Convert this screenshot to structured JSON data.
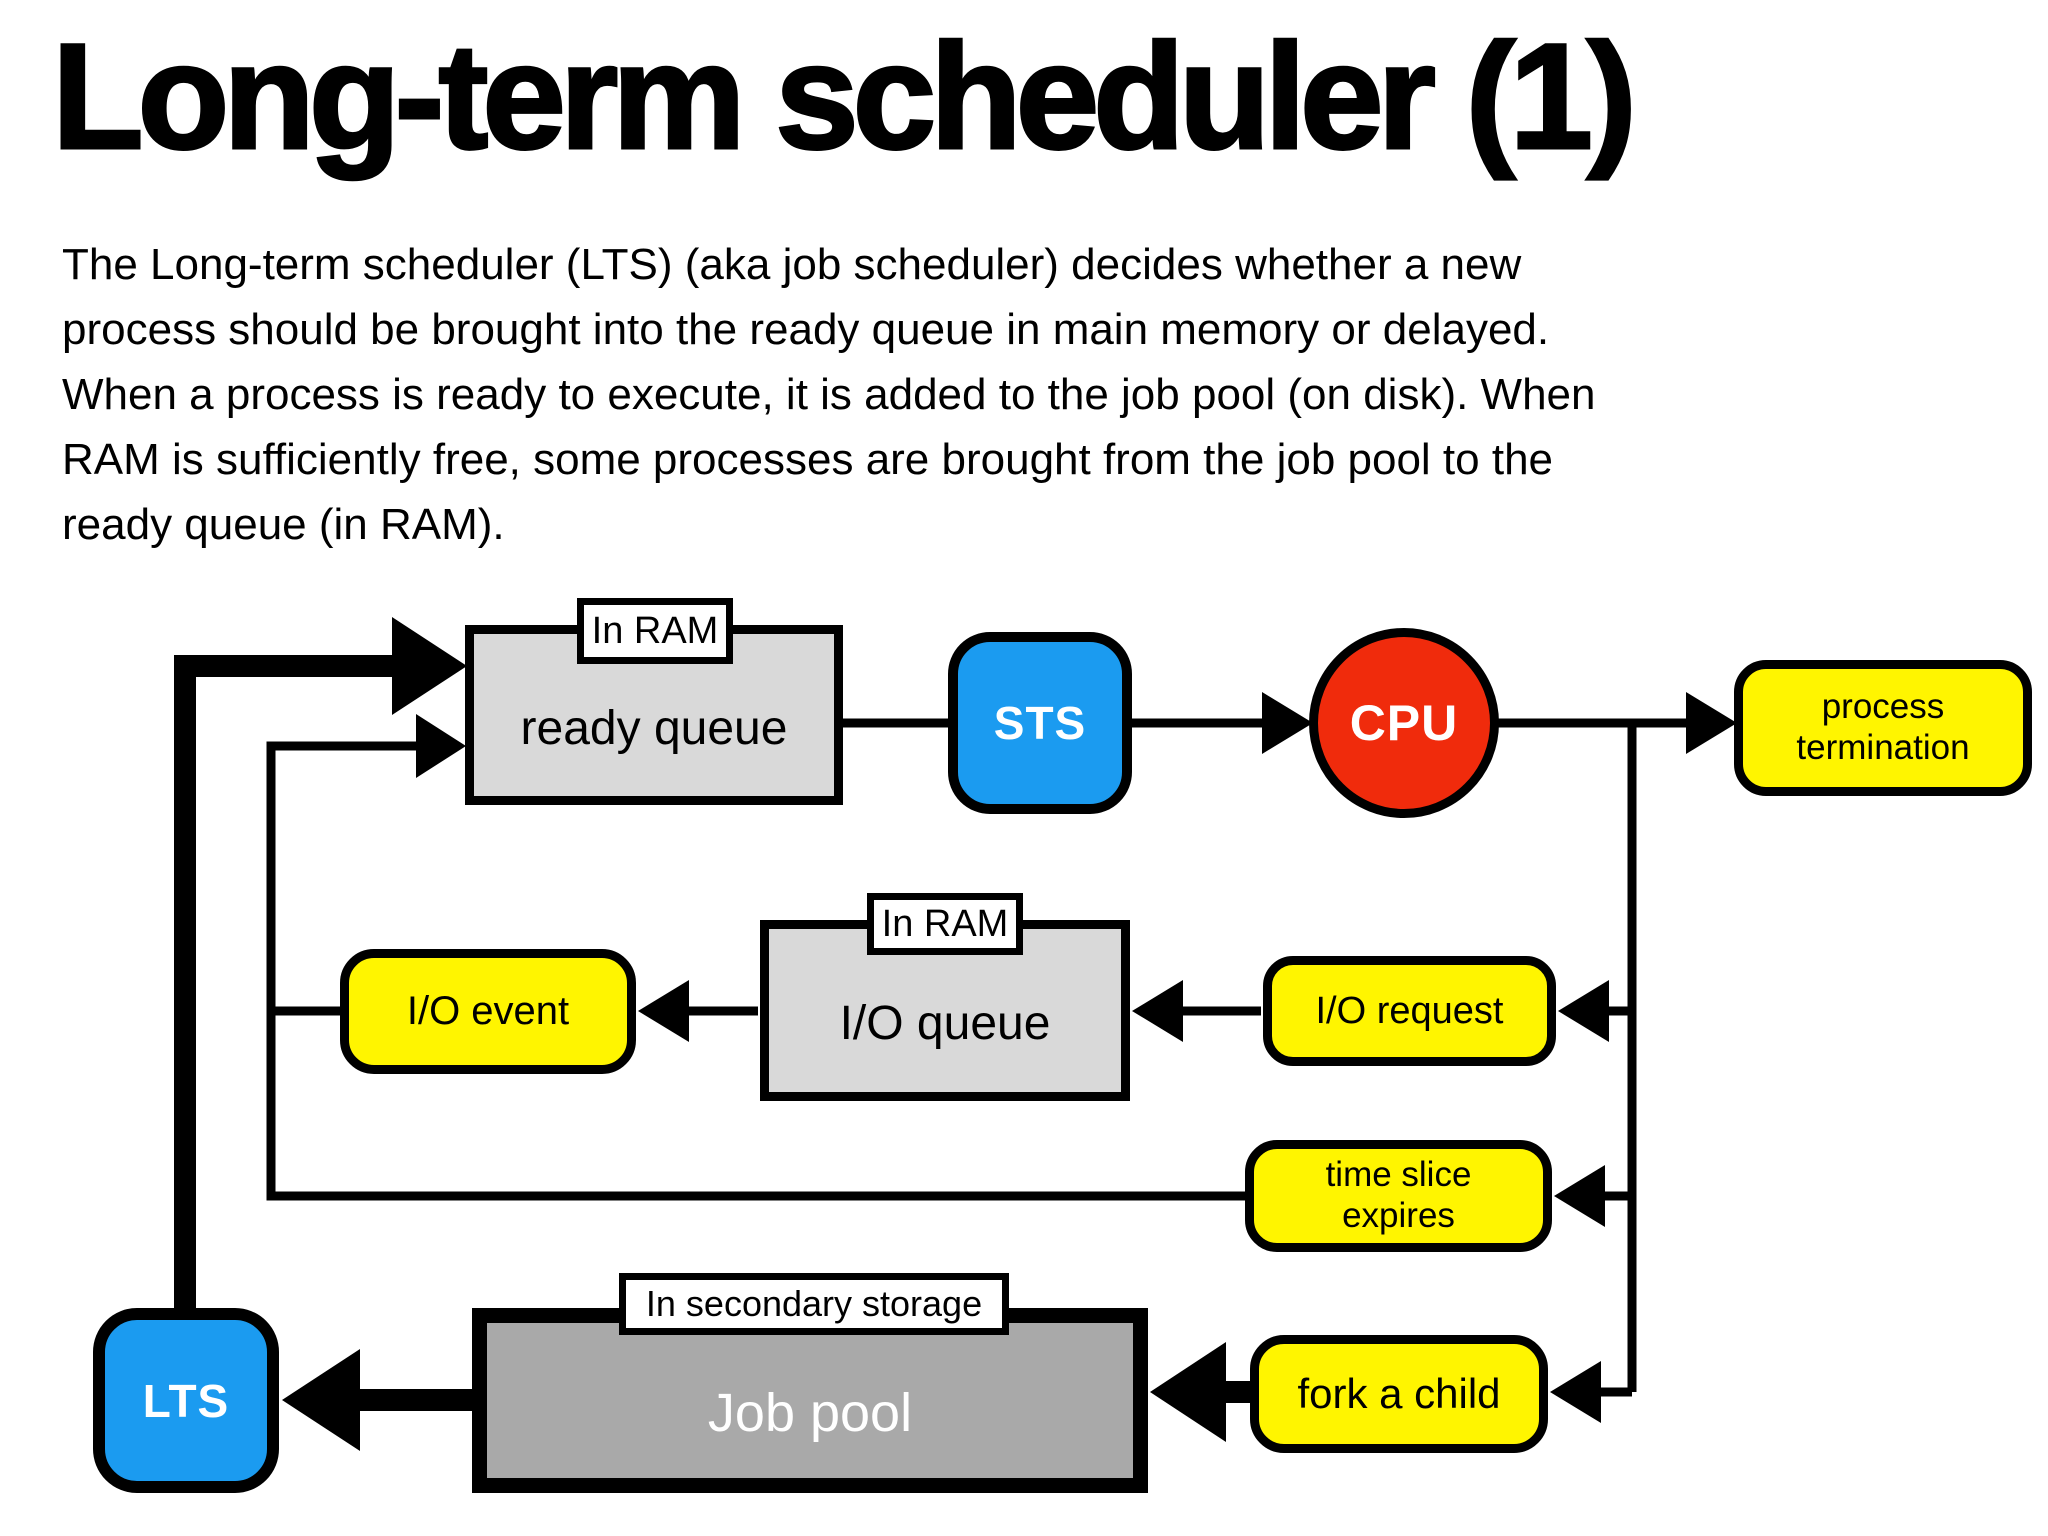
{
  "title": "Long-term scheduler (1)",
  "description": {
    "lines": [
      "The Long-term scheduler (LTS) (aka job scheduler) decides whether a new",
      "process should be brought into the ready queue in main memory or delayed.",
      "When a process is ready to execute, it is added to the job pool (on disk). When",
      "RAM is sufficiently free, some processes are brought from the job pool to the",
      "ready queue (in RAM)."
    ]
  },
  "colors": {
    "yellow": "#FFF500",
    "blue": "#1B9BF0",
    "red": "#F02B0C",
    "light_gray": "#D9D9D9",
    "dark_gray": "#A9A9A9",
    "line": "#000000"
  },
  "diagram": {
    "nodes": {
      "ready_queue": {
        "label": "ready queue",
        "tag": "In RAM"
      },
      "sts": {
        "label": "STS"
      },
      "cpu": {
        "label": "CPU"
      },
      "process_termination": {
        "lines": [
          "process",
          "termination"
        ]
      },
      "io_event": {
        "label": "I/O event"
      },
      "io_queue": {
        "label": "I/O queue",
        "tag": "In RAM"
      },
      "io_request": {
        "label": "I/O request"
      },
      "time_slice": {
        "lines": [
          "time slice",
          "expires"
        ]
      },
      "lts": {
        "label": "LTS"
      },
      "job_pool": {
        "label": "Job pool",
        "tag": "In secondary storage"
      },
      "fork_a_child": {
        "label": "fork a child"
      }
    }
  }
}
